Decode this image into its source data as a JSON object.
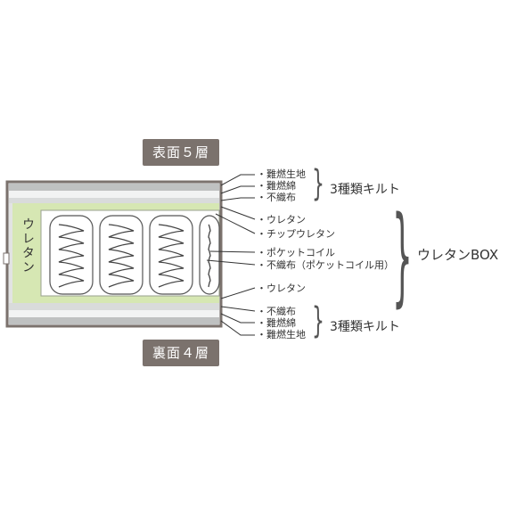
{
  "badges": {
    "top": "表面５層",
    "bottom": "裏面４層"
  },
  "side_label": "ウレタン",
  "top_layers": [
    "難燃生地",
    "難燃綿",
    "不織布"
  ],
  "top_group": "3種類キルト",
  "box_layers": [
    "ウレタン",
    "チップウレタン",
    "ポケットコイル",
    "不織布（ポケットコイル用）",
    "ウレタン"
  ],
  "box_group": "ウレタンBOX",
  "bottom_layers": [
    "不織布",
    "難燃綿",
    "難燃生地"
  ],
  "bottom_group": "3種類キルト",
  "colors": {
    "badge": "#7b726d",
    "urethane": "#d6e7b3",
    "fabric": "#cfd1d1",
    "frame": "#7b726d"
  }
}
